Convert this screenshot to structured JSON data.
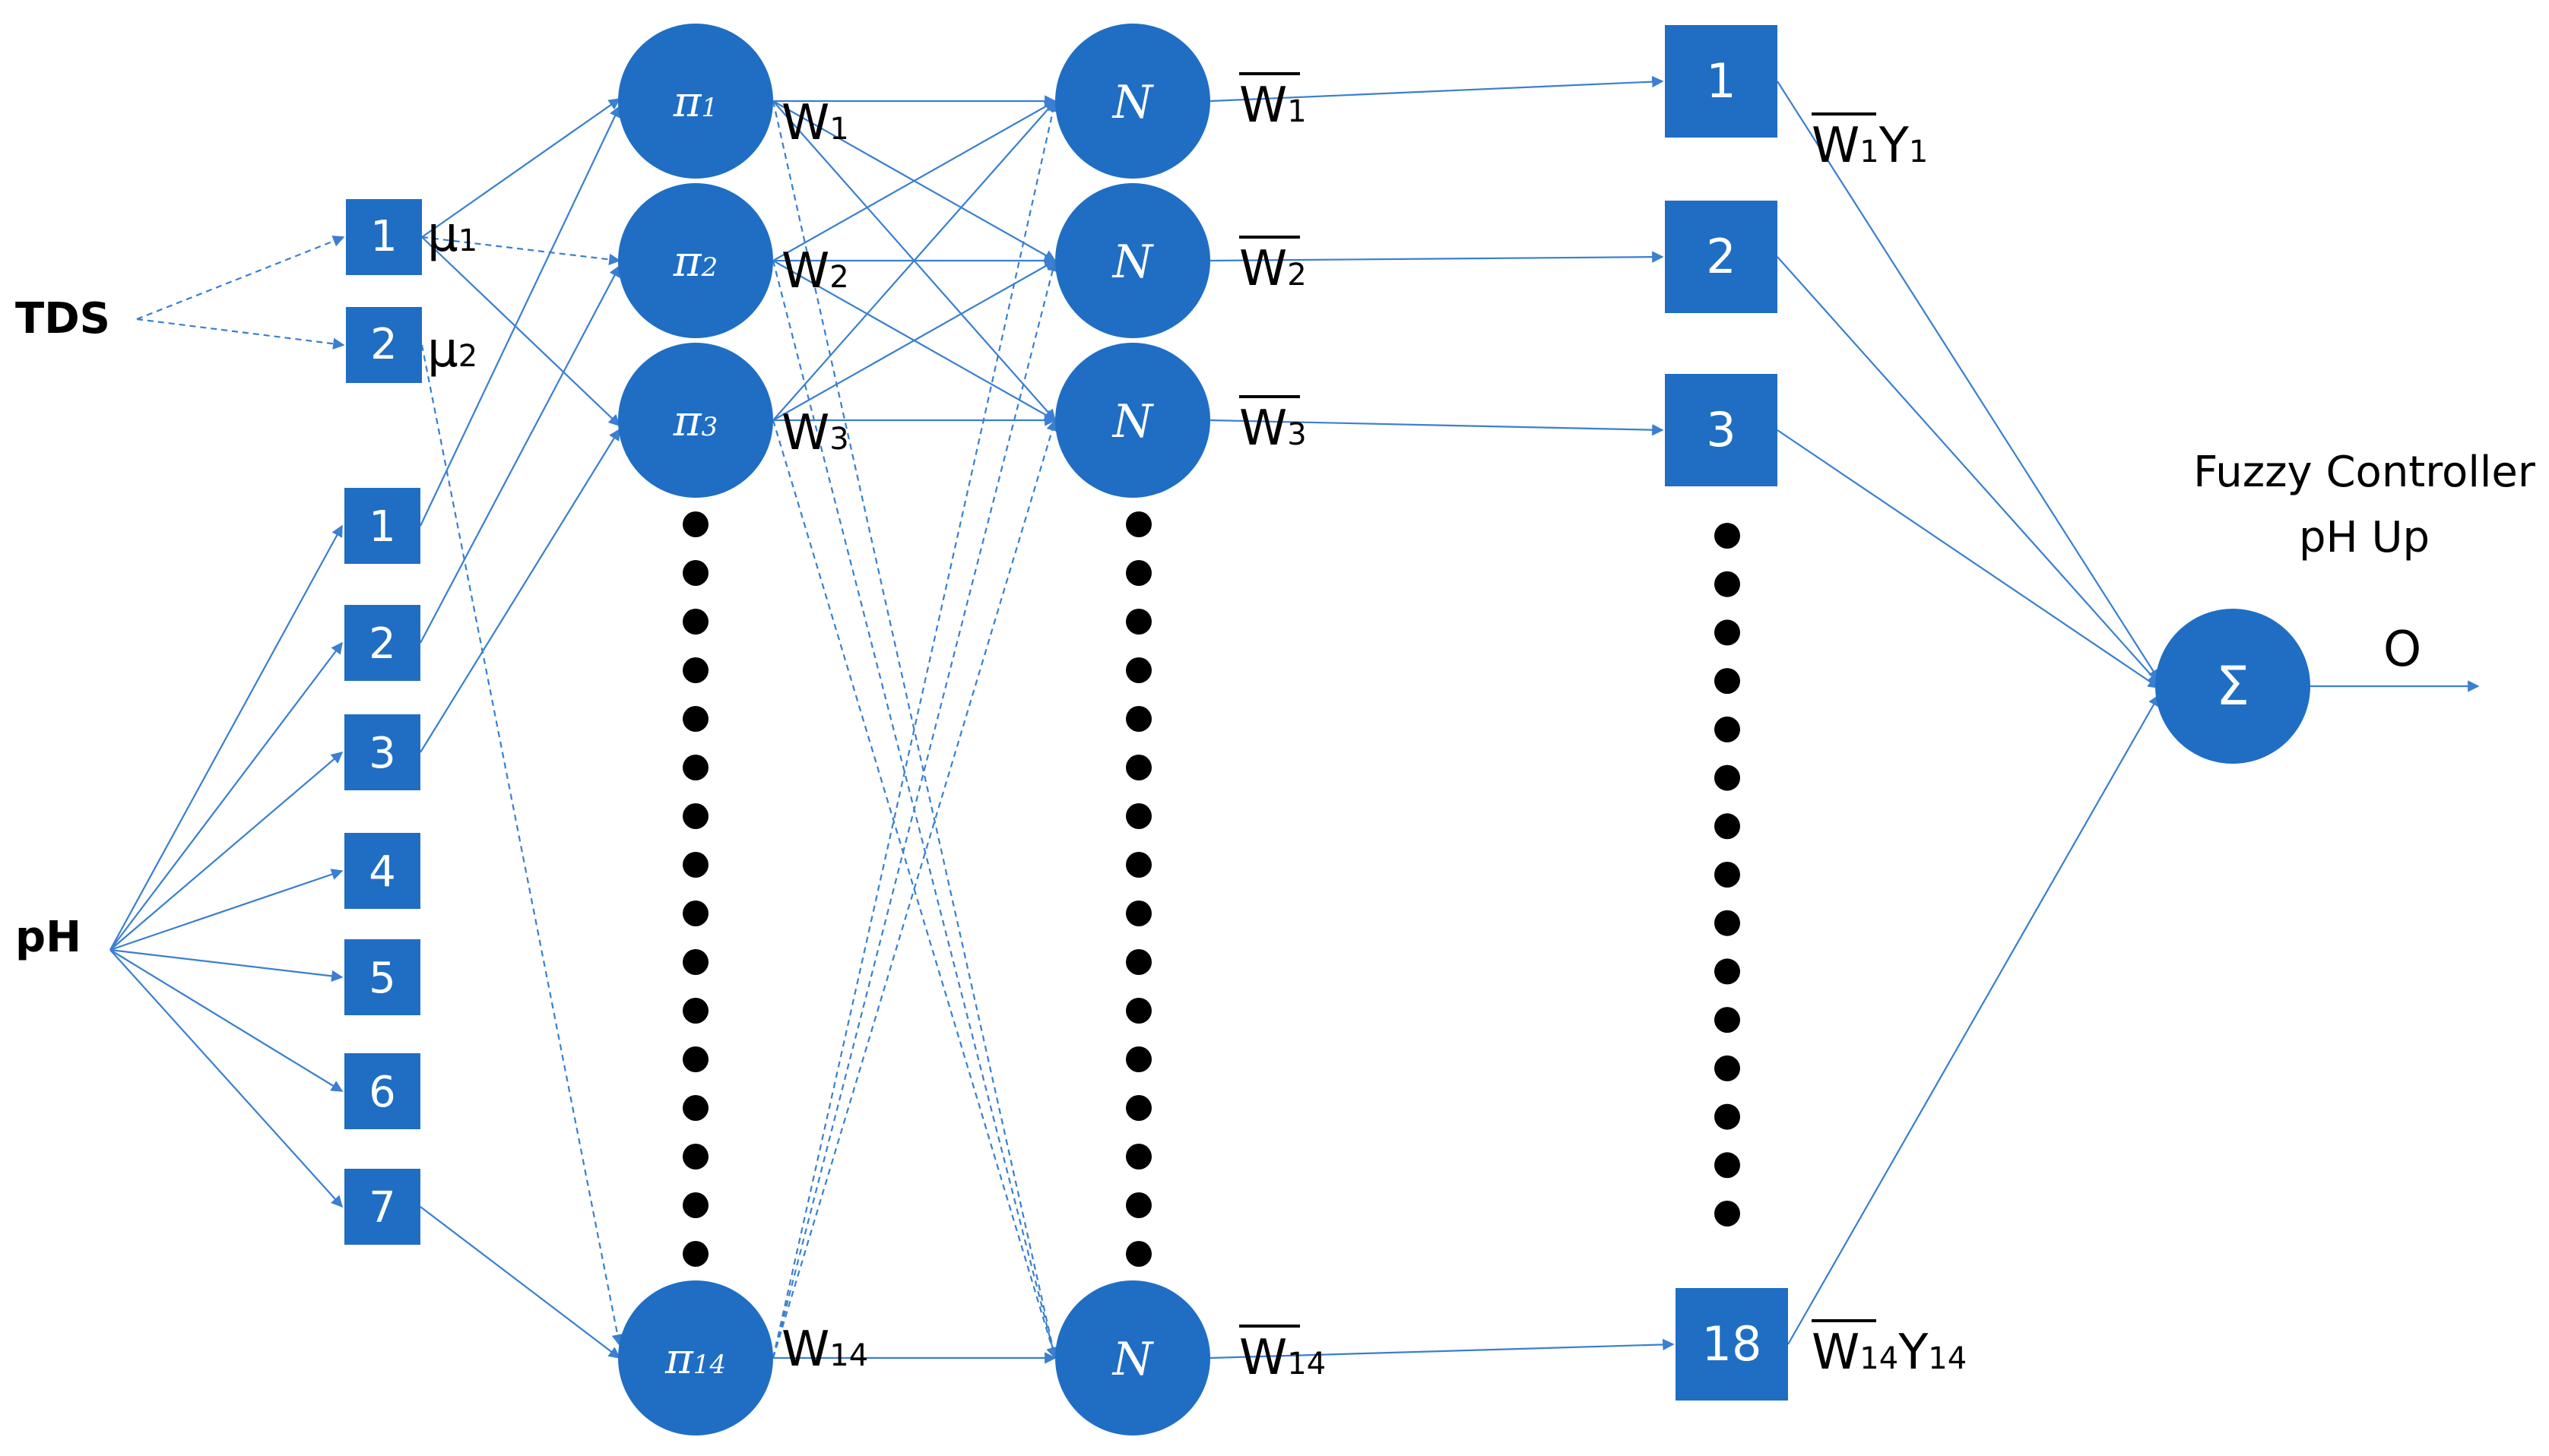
{
  "colors": {
    "node_fill": "#1f6ec4",
    "edge": "#3a7fd0",
    "text": "#000000",
    "node_text": "#ffffff",
    "ellipsis_dot": "#000000"
  },
  "inputs": {
    "tds": "TDS",
    "ph": "pH"
  },
  "tds_mf": [
    "1",
    "2"
  ],
  "ph_mf": [
    "1",
    "2",
    "3",
    "4",
    "5",
    "6",
    "7"
  ],
  "mu_labels": [
    {
      "base": "μ",
      "sub": "1"
    },
    {
      "base": "μ",
      "sub": "2"
    }
  ],
  "product_nodes": [
    {
      "base": "π",
      "sub": "1"
    },
    {
      "base": "π",
      "sub": "2"
    },
    {
      "base": "π",
      "sub": "3"
    },
    {
      "base": "π",
      "sub": "14"
    }
  ],
  "w_labels": [
    {
      "base": "W",
      "sub": "1"
    },
    {
      "base": "W",
      "sub": "2"
    },
    {
      "base": "W",
      "sub": "3"
    },
    {
      "base": "W",
      "sub": "14"
    }
  ],
  "norm_label": "N",
  "wbar_labels": [
    {
      "base": "W",
      "sub": "1"
    },
    {
      "base": "W",
      "sub": "2"
    },
    {
      "base": "W",
      "sub": "3"
    },
    {
      "base": "W",
      "sub": "14"
    }
  ],
  "rule_nodes": [
    "1",
    "2",
    "3",
    "18"
  ],
  "rule_outputs": [
    {
      "w": "W",
      "wsub": "1",
      "y": "Y",
      "ysub": "1"
    },
    {
      "w": "W",
      "wsub": "14",
      "y": "Y",
      "ysub": "14"
    }
  ],
  "sum_symbol": "Σ",
  "controller_title": [
    "Fuzzy Controller",
    "pH Up"
  ],
  "output_label": "O"
}
